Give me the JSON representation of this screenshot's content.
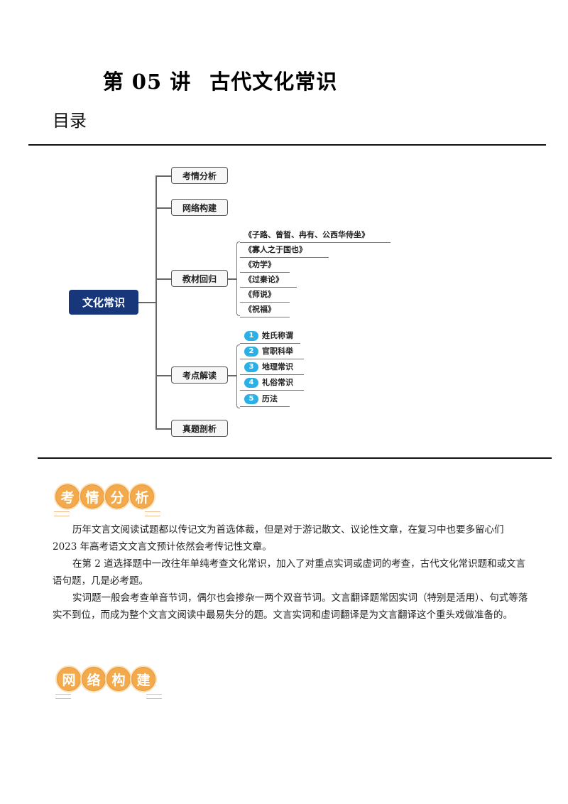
{
  "document": {
    "title_prefix": "第 05 讲",
    "title_main": "古代文化常识",
    "toc_label": "目录"
  },
  "mindmap": {
    "root": "文化常识",
    "branches": [
      {
        "label": "考情分析"
      },
      {
        "label": "网络构建"
      },
      {
        "label": "教材回归",
        "children": [
          "《子路、曾皙、冉有、公西华侍坐》",
          "《寡人之于国也》",
          "《劝学》",
          "《过秦论》",
          "《师说》",
          "《祝福》"
        ]
      },
      {
        "label": "考点解读",
        "children": [
          {
            "num": "1",
            "label": "姓氏称谓"
          },
          {
            "num": "2",
            "label": "官职科举"
          },
          {
            "num": "3",
            "label": "地理常识"
          },
          {
            "num": "4",
            "label": "礼俗常识"
          },
          {
            "num": "5",
            "label": "历法"
          }
        ]
      },
      {
        "label": "真题剖析"
      }
    ]
  },
  "sections": {
    "analysis": {
      "badge": [
        "考",
        "情",
        "分",
        "析"
      ],
      "paragraphs": [
        "历年文言文阅读试题都以传记文为首选体裁，但是对于游记散文、议论性文章，在复习中也要多留心们 2023 年高考语文文言文预计依然会考传记性文章。",
        "在第 2 道选择题中一改往年单纯考查文化常识，加入了对重点实词或虚词的考查，古代文化常识题和或文言语句题，几是必考题。",
        "实词题一般会考查单音节词，偶尔也会掺杂一两个双音节词。文言翻译题常因实词（特别是活用）、句式等落实不到位，而成为整个文言文阅读中最易失分的题。文言实词和虚词翻译是为文言翻译这个重头戏做准备的。"
      ]
    },
    "network": {
      "badge": [
        "网",
        "络",
        "构",
        "建"
      ]
    }
  },
  "colors": {
    "root_bg": "#17377a",
    "badge_orange": "#f2aa4c",
    "number_blue": "#2bb0e6"
  }
}
